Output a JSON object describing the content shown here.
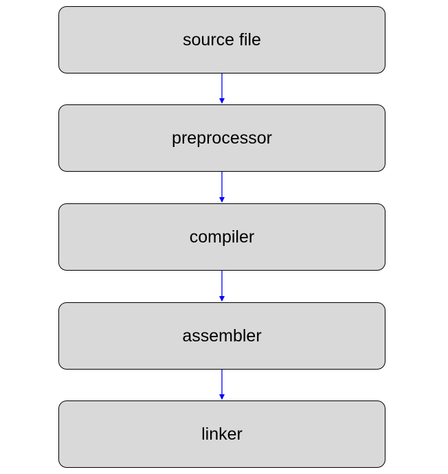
{
  "diagram": {
    "stages": [
      {
        "label": "source file"
      },
      {
        "label": "preprocessor"
      },
      {
        "label": "compiler"
      },
      {
        "label": "assembler"
      },
      {
        "label": "linker"
      }
    ],
    "colors": {
      "box_fill": "#d9d9d9",
      "box_border": "#000000",
      "arrow": "#0000ff",
      "text": "#000000"
    }
  }
}
